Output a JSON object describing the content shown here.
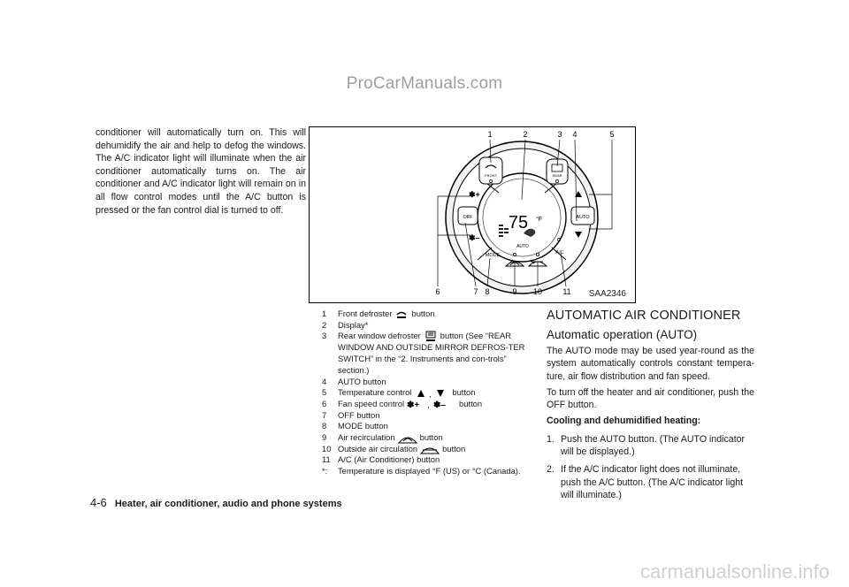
{
  "watermarks": {
    "top": "ProCarManuals.com",
    "bottom": "carmanualsonline.info"
  },
  "intro_text": "conditioner will automatically turn on. This will dehumidify the air and help to defog the windows. The A/C indicator light will illuminate when the air conditioner automatically turns on. The air conditioner and A/C indicator light will remain on in all flow control modes until the A/C button is pressed or the fan control dial is turned to off.",
  "figure": {
    "code": "SAA2346",
    "top_callouts": [
      "1",
      "2",
      "3",
      "4",
      "5"
    ],
    "bottom_callouts": [
      "6",
      "7",
      "8",
      "9",
      "10",
      "11"
    ],
    "panel_labels": {
      "front": "FRONT",
      "rear": "REAR",
      "off": "OFF",
      "auto": "AUTO",
      "mode": "MODE",
      "ac": "A/C",
      "display_temp": "75",
      "display_unit": "°F",
      "display_auto": "AUTO"
    }
  },
  "legend": [
    {
      "n": "1",
      "pre": "Front defroster",
      "icon": "front-defroster-icon",
      "post": "button"
    },
    {
      "n": "2",
      "pre": "Display*",
      "icon": "",
      "post": ""
    },
    {
      "n": "3",
      "pre": "Rear window defroster",
      "icon": "rear-defroster-icon",
      "post": "button (See “REAR WINDOW AND OUTSIDE MIRROR DEFROS-TER SWITCH” in the “2. Instruments and con-trols” section.)"
    },
    {
      "n": "4",
      "pre": "AUTO button",
      "icon": "",
      "post": ""
    },
    {
      "n": "5",
      "pre": "Temperature control",
      "icon": "temp-updown-icons",
      "post": "button"
    },
    {
      "n": "6",
      "pre": "Fan speed control",
      "icon": "fan-plus-minus-icons",
      "post": "button"
    },
    {
      "n": "7",
      "pre": "OFF button",
      "icon": "",
      "post": ""
    },
    {
      "n": "8",
      "pre": "MODE button",
      "icon": "",
      "post": ""
    },
    {
      "n": "9",
      "pre": "Air recirculation",
      "icon": "recirculation-icon",
      "post": "button"
    },
    {
      "n": "10",
      "pre": "Outside air circulation",
      "icon": "outside-air-icon",
      "post": "button"
    },
    {
      "n": "11",
      "pre": "A/C (Air Conditioner) button",
      "icon": "",
      "post": ""
    },
    {
      "n": "*:",
      "pre": "Temperature is displayed °F (US) or °C (Canada).",
      "icon": "",
      "post": ""
    }
  ],
  "right": {
    "heading": "AUTOMATIC AIR CONDITIONER",
    "subheading": "Automatic operation (AUTO)",
    "para1": "The AUTO mode may be used year-round as the system automatically controls constant tempera-ture, air flow distribution and fan speed.",
    "para2": "To turn off the heater and air conditioner, push the OFF button.",
    "bold_heading": "Cooling and dehumidified heating:",
    "steps": [
      {
        "n": "1.",
        "text": "Push the AUTO button. (The AUTO indicator will be displayed.)"
      },
      {
        "n": "2.",
        "text": "If the A/C indicator light does not illuminate, push the A/C button. (The A/C indicator light will illuminate.)"
      }
    ]
  },
  "footer": {
    "page": "4-6",
    "title": "Heater, air conditioner, audio and phone systems"
  }
}
